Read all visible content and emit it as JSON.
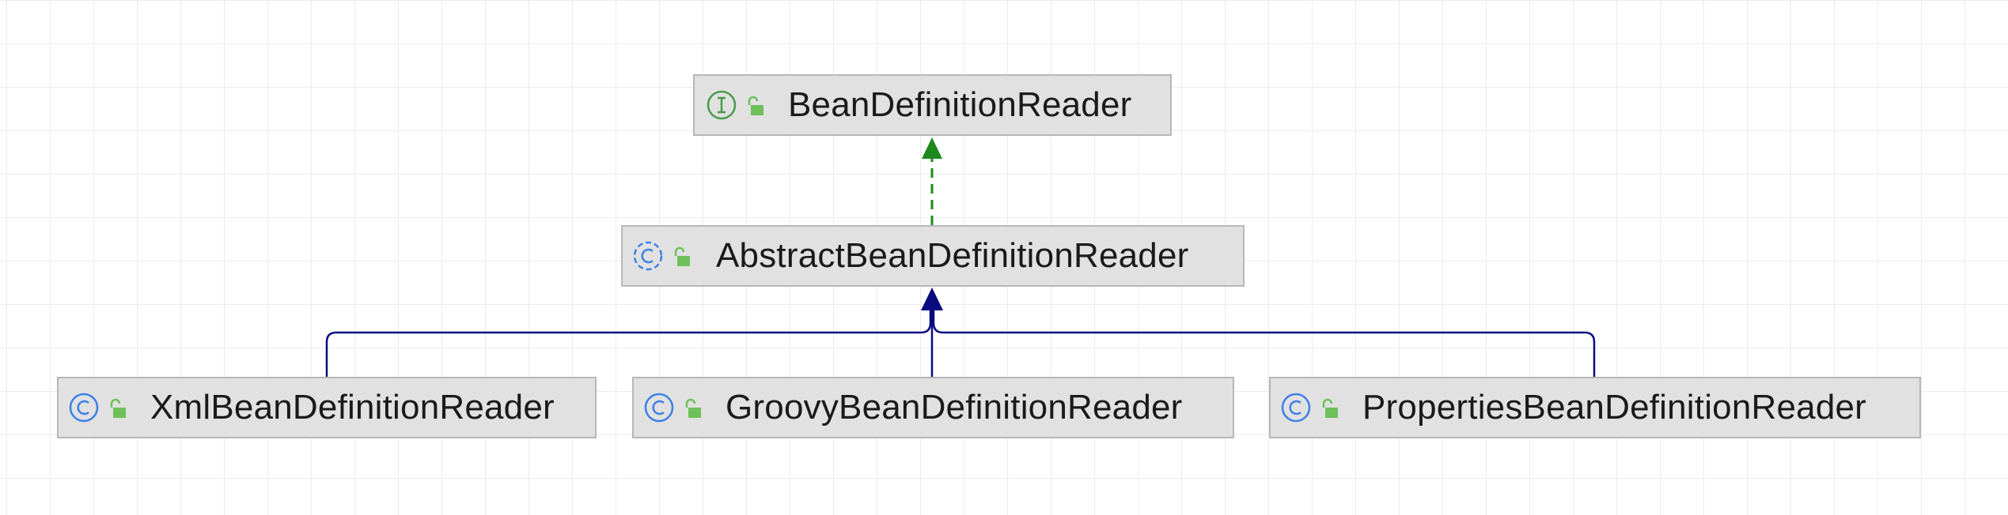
{
  "diagram": {
    "type": "uml-class-hierarchy",
    "nodes": [
      {
        "id": "BeanDefinitionReader",
        "label": "BeanDefinitionReader",
        "kind": "interface",
        "kind_icon": "interface-icon",
        "visibility_icon": "public-lock-icon"
      },
      {
        "id": "AbstractBeanDefinitionReader",
        "label": "AbstractBeanDefinitionReader",
        "kind": "abstract-class",
        "kind_icon": "abstract-class-icon",
        "visibility_icon": "public-lock-icon"
      },
      {
        "id": "XmlBeanDefinitionReader",
        "label": "XmlBeanDefinitionReader",
        "kind": "class",
        "kind_icon": "class-icon",
        "visibility_icon": "public-lock-icon"
      },
      {
        "id": "GroovyBeanDefinitionReader",
        "label": "GroovyBeanDefinitionReader",
        "kind": "class",
        "kind_icon": "class-icon",
        "visibility_icon": "public-lock-icon"
      },
      {
        "id": "PropertiesBeanDefinitionReader",
        "label": "PropertiesBeanDefinitionReader",
        "kind": "class",
        "kind_icon": "class-icon",
        "visibility_icon": "public-lock-icon"
      }
    ],
    "edges": [
      {
        "from": "AbstractBeanDefinitionReader",
        "to": "BeanDefinitionReader",
        "relation": "implements"
      },
      {
        "from": "XmlBeanDefinitionReader",
        "to": "AbstractBeanDefinitionReader",
        "relation": "extends"
      },
      {
        "from": "GroovyBeanDefinitionReader",
        "to": "AbstractBeanDefinitionReader",
        "relation": "extends"
      },
      {
        "from": "PropertiesBeanDefinitionReader",
        "to": "AbstractBeanDefinitionReader",
        "relation": "extends"
      }
    ]
  },
  "colors": {
    "implements_edge": "#1e8a1e",
    "extends_edge": "#0b0b80",
    "interface_icon": "#4a9a4a",
    "class_icon": "#3d7fe6",
    "lock_icon": "#6fbf5a",
    "node_fill": "#e1e1e1",
    "node_border": "#b7b7b7"
  }
}
